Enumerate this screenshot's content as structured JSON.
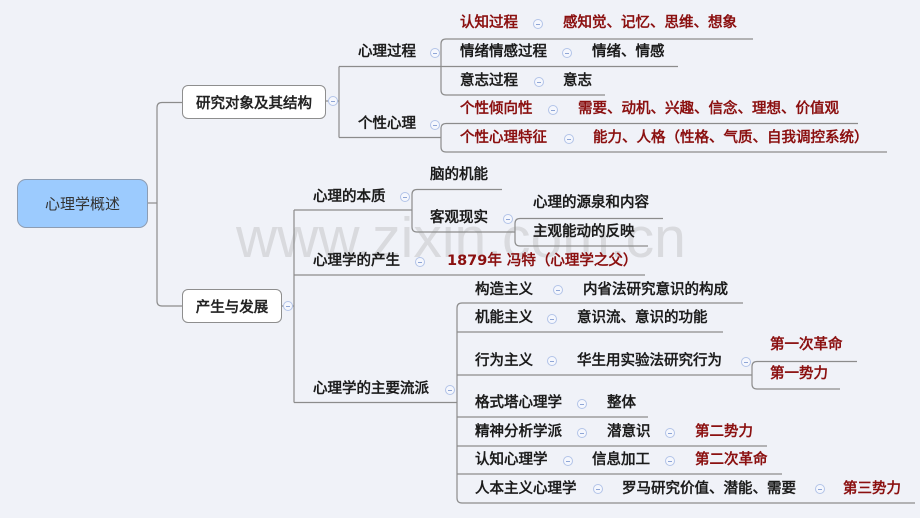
{
  "watermark": "www.zixin.com.cn",
  "colors": {
    "background": "#f0f2f8",
    "root_fill": "#9ccbfe",
    "text": "#1c1c1c",
    "highlight_text": "#8b1010",
    "connector": "#8c8c8c",
    "collapse_icon": "#b3c4e8",
    "watermark": "#d9dade"
  },
  "icons": {
    "collapse": "minus-circle"
  },
  "root": {
    "label": "心理学概述"
  },
  "branches": [
    {
      "label": "研究对象及其结构",
      "children": [
        {
          "label": "心理过程",
          "children": [
            {
              "label": "认知过程",
              "detail": "感知觉、记忆、思维、想象",
              "highlight": true
            },
            {
              "label": "情绪情感过程",
              "detail": "情绪、情感",
              "highlight": false
            },
            {
              "label": "意志过程",
              "detail": "意志",
              "highlight": false
            }
          ]
        },
        {
          "label": "个性心理",
          "children": [
            {
              "label": "个性倾向性",
              "detail": "需要、动机、兴趣、信念、理想、价值观",
              "highlight": true
            },
            {
              "label": "个性心理特征",
              "detail": "能力、人格（性格、气质、自我调控系统）",
              "highlight": true
            }
          ]
        }
      ]
    },
    {
      "label": "产生与发展",
      "children": [
        {
          "label": "心理的本质",
          "children": [
            {
              "label": "脑的机能"
            },
            {
              "label": "客观现实",
              "children": [
                {
                  "label": "心理的源泉和内容"
                },
                {
                  "label": "主观能动的反映"
                }
              ]
            }
          ]
        },
        {
          "label": "心理学的产生",
          "detail": "1879年 冯特（心理学之父）",
          "highlight": true
        },
        {
          "label": "心理学的主要流派",
          "children": [
            {
              "label": "构造主义",
              "detail": "内省法研究意识的构成"
            },
            {
              "label": "机能主义",
              "detail": "意识流、意识的功能"
            },
            {
              "label": "行为主义",
              "detail": "华生用实验法研究行为",
              "notes": [
                "第一次革命",
                "第一势力"
              ]
            },
            {
              "label": "格式塔心理学",
              "detail": "整体"
            },
            {
              "label": "精神分析学派",
              "detail": "潜意识",
              "notes": [
                "第二势力"
              ]
            },
            {
              "label": "认知心理学",
              "detail": "信息加工",
              "notes": [
                "第二次革命"
              ]
            },
            {
              "label": "人本主义心理学",
              "detail": "罗马研究价值、潜能、需要",
              "notes": [
                "第三势力"
              ]
            }
          ]
        }
      ]
    }
  ]
}
